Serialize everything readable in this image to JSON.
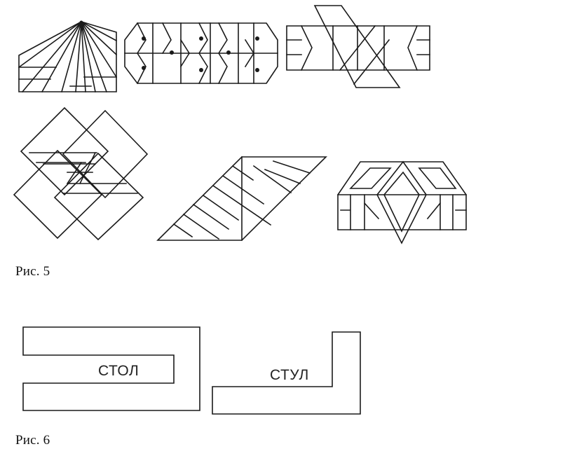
{
  "figure5": {
    "caption": "Рис. 5"
  },
  "figure6": {
    "caption": "Рис. 6",
    "shapes": [
      {
        "label": "СТОЛ"
      },
      {
        "label": "СТУЛ"
      }
    ]
  },
  "colors": {
    "ink": "#1a1a1a",
    "background": "#ffffff"
  }
}
